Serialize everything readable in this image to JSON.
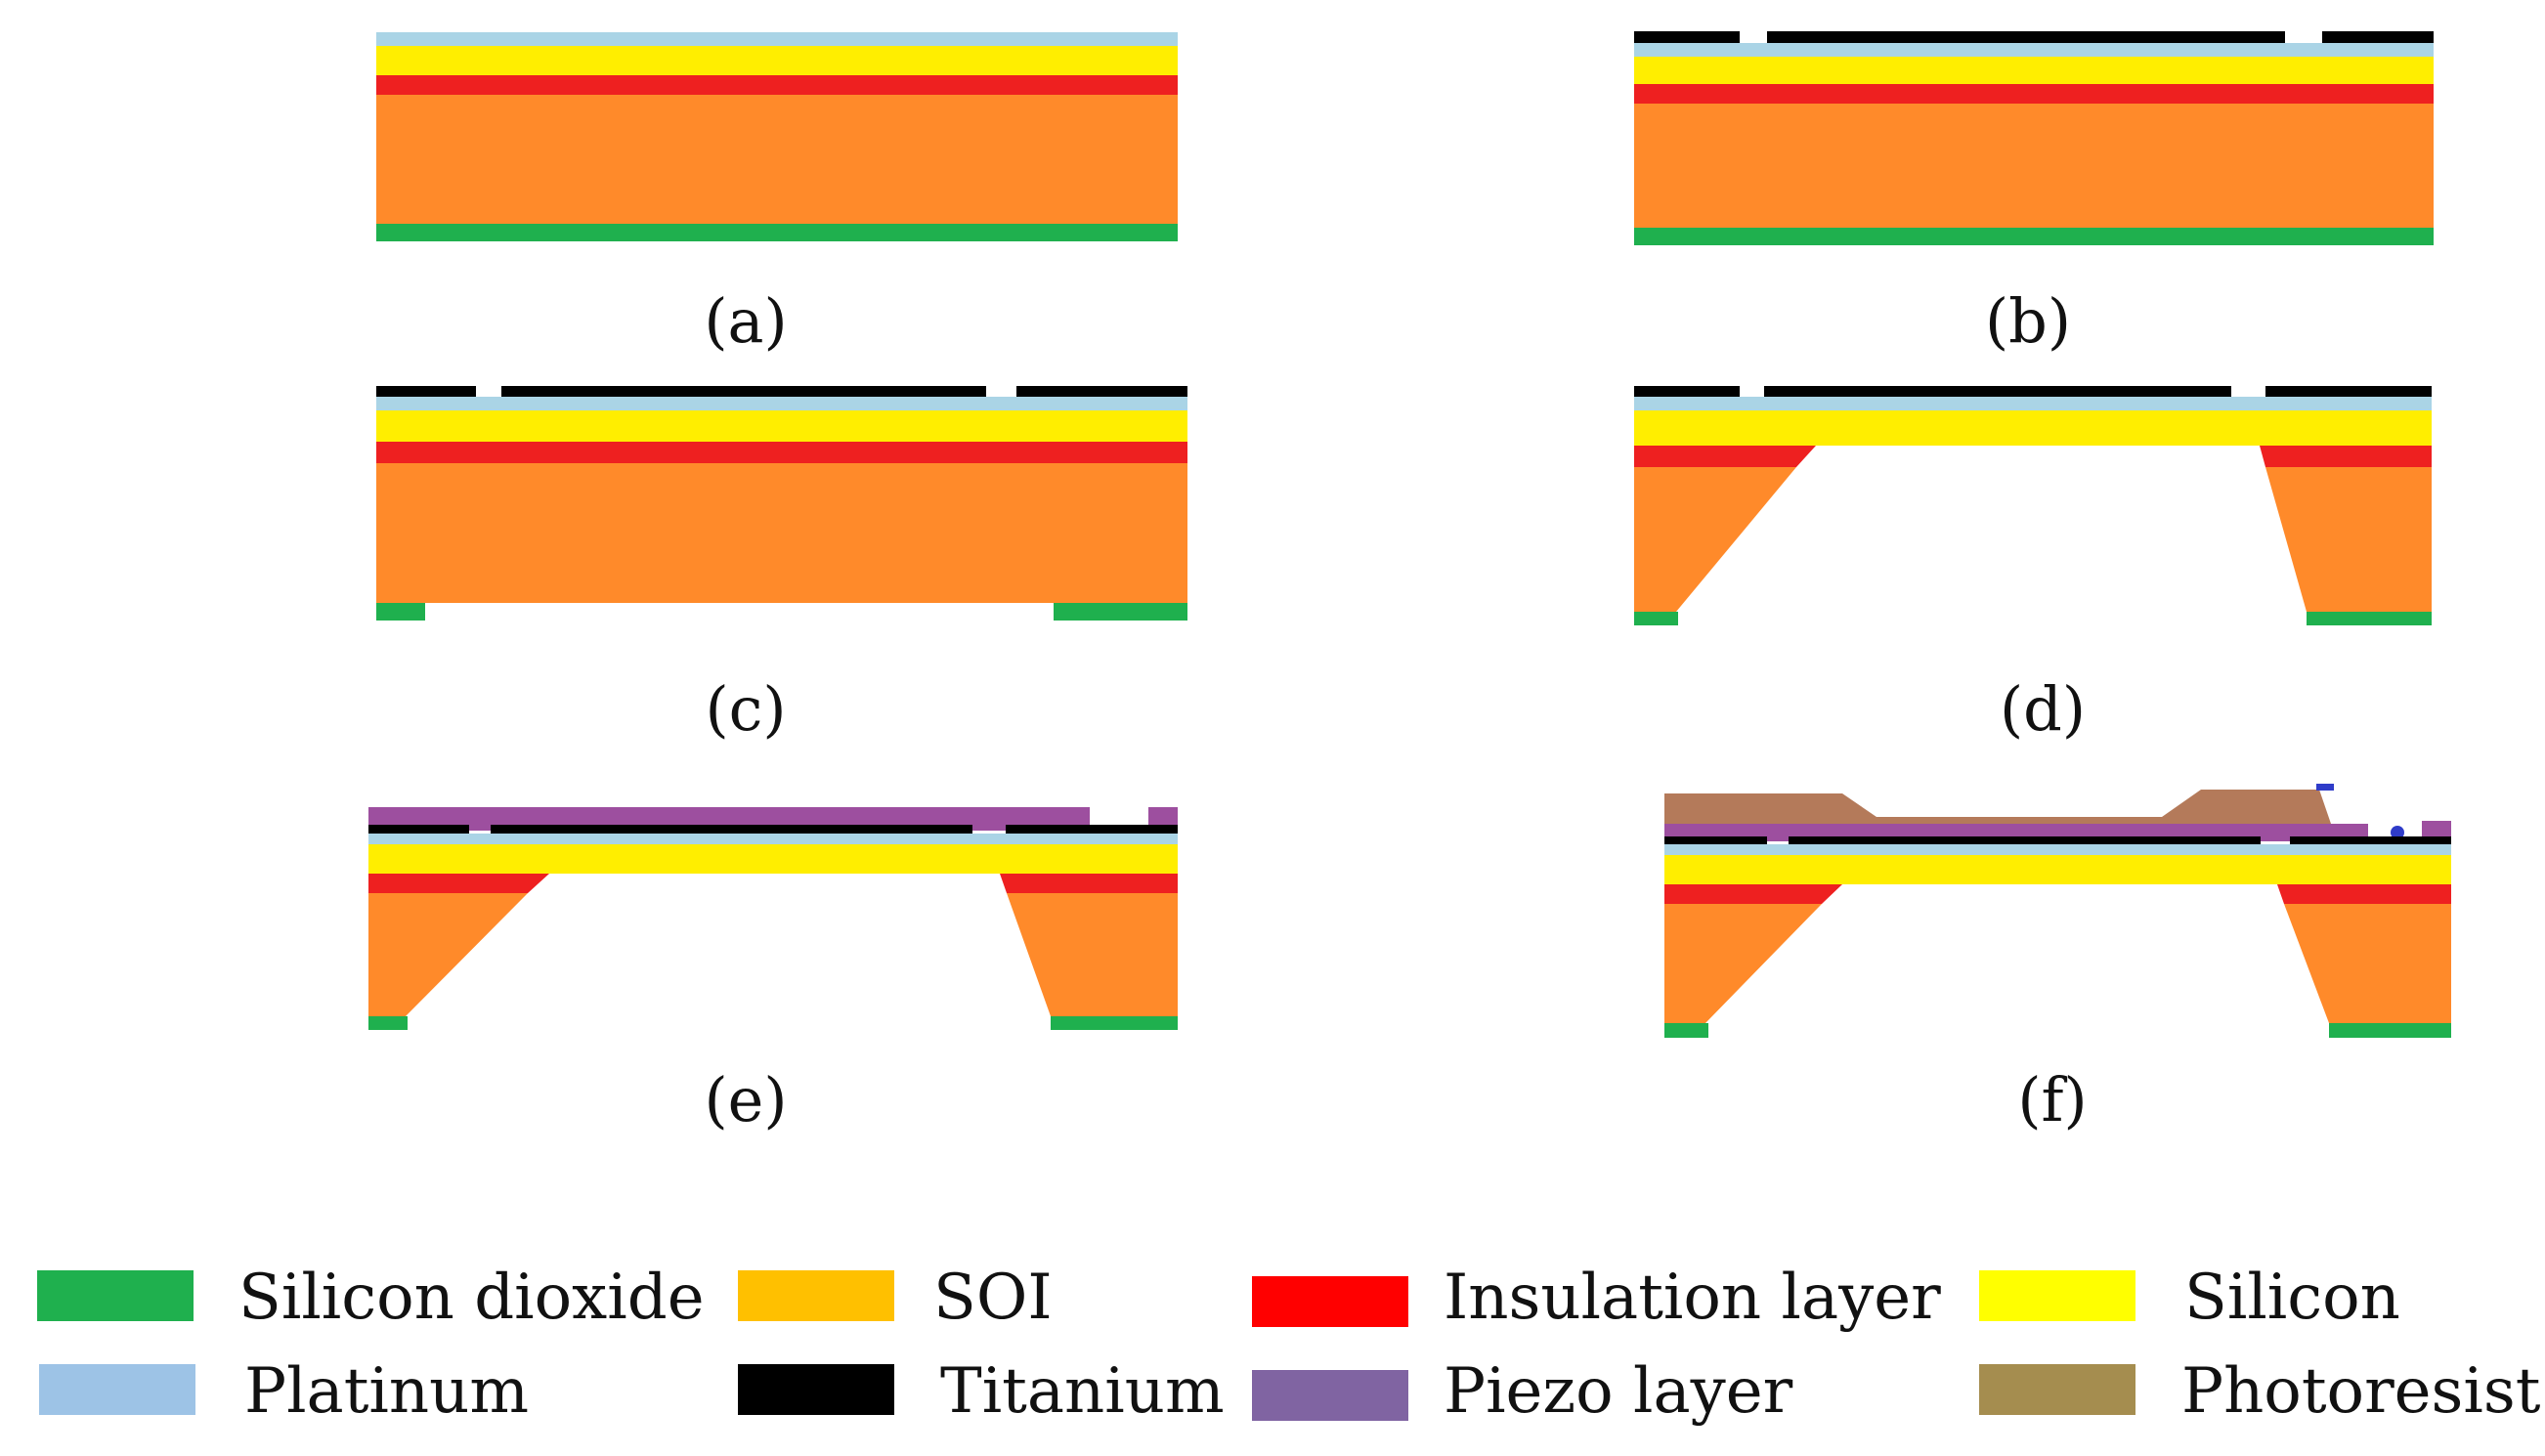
{
  "colors": {
    "silicon_dioxide": "#1fb04e",
    "soi": "#ff8a2a",
    "insulation": "#ee2020",
    "silicon": "#ffee00",
    "platinum": "#aad4e6",
    "titanium": "#000000",
    "piezo": "#9d4f9f",
    "photoresist": "#b47a5a",
    "electrode_dot": "#2f3cc9",
    "legend_soi": "#ffc000",
    "legend_platinum": "#9dc3e6",
    "legend_piezo": "#8064a2",
    "legend_photoresist": "#a58d4f"
  },
  "panels": [
    {
      "id": "a",
      "caption": "(a)"
    },
    {
      "id": "b",
      "caption": "(b)"
    },
    {
      "id": "c",
      "caption": "(c)"
    },
    {
      "id": "d",
      "caption": "(d)"
    },
    {
      "id": "e",
      "caption": "(e)"
    },
    {
      "id": "f",
      "caption": "(f)"
    }
  ],
  "legend": [
    {
      "label": "Silicon dioxide",
      "color": "#1fb04e"
    },
    {
      "label": "SOI",
      "color": "#ffc000"
    },
    {
      "label": "Insulation layer",
      "color": "#ff0000"
    },
    {
      "label": "Silicon",
      "color": "#ffff00"
    },
    {
      "label": "Platinum",
      "color": "#9dc3e6"
    },
    {
      "label": "Titanium",
      "color": "#000000"
    },
    {
      "label": "Piezo layer",
      "color": "#8064a2"
    },
    {
      "label": "Photoresist",
      "color": "#a58d4f"
    }
  ]
}
